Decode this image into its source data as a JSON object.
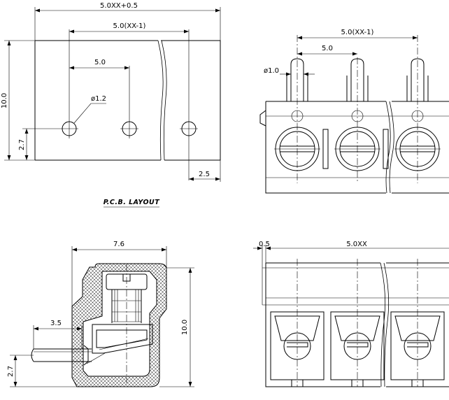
{
  "dims": {
    "top_overall": "5.0XX+0.5",
    "top_pitch_total": "5.0(XX-1)",
    "top_pitch": "5.0",
    "hole_dia": "ø1.2",
    "top_height": "10.0",
    "top_hole_offset": "2.7",
    "top_edge": "2.5",
    "side_pitch_total": "5.0(XX-1)",
    "side_pitch": "5.0",
    "pin_dia": "ø1.0",
    "bl_width": "7.6",
    "bl_pin_len": "3.5",
    "bl_height": "10.0",
    "bl_pin_offset": "2.7",
    "br_edge": "0.5",
    "br_total": "5.0XX"
  },
  "labels": {
    "pcb_layout": "P.C.B. LAYOUT"
  }
}
